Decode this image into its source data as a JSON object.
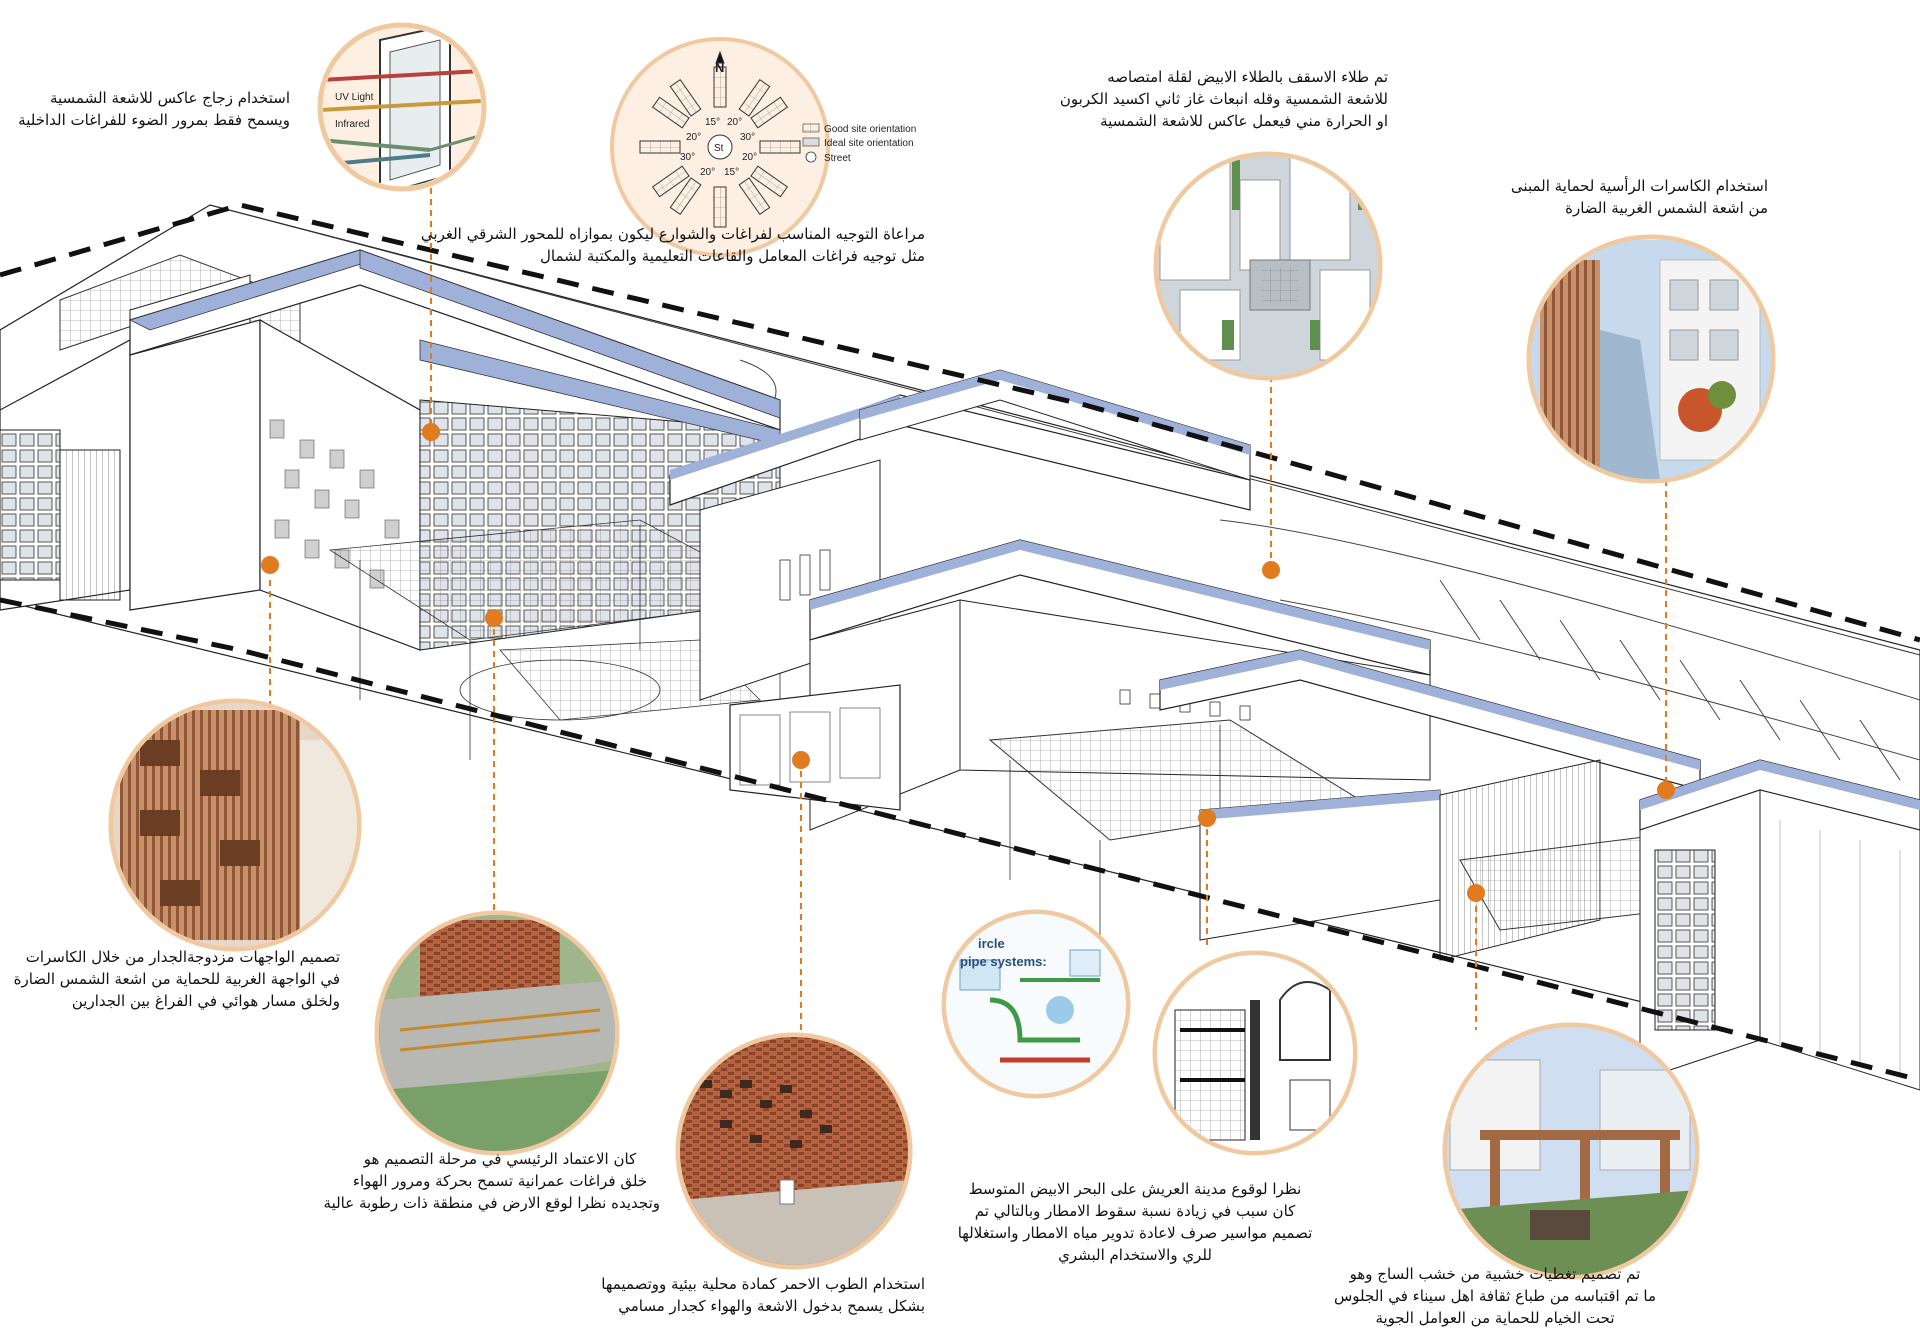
{
  "colors": {
    "leader": "#e07b1f",
    "circle_border": "#f0c9a0",
    "circle_fill": "#fdf0e2",
    "roof_accent": "#9fb0d9",
    "brick": "#b0603e",
    "wood": "#a26a43"
  },
  "notes": {
    "glass": {
      "l1": "استخدام زجاج عاكس للاشعة الشمسية",
      "l2": "ويسمح فقط بمرور الضوء للفراغات الداخلية"
    },
    "orientation": {
      "l1": "مراعاة التوجيه المناسب لفراغات والشوارع ليكون بموازاه للمحور  الشرقي الغربي",
      "l2": "مثل توجيه فراغات المعامل والقاعات التعليمية والمكتبة لشمال"
    },
    "roof": {
      "l1": "تم طلاء الاسقف بالطلاء الابيض لقلة امتصاصه",
      "l2": "للاشعة الشمسية وقله انبعاث غاز  ثاني اكسيد الكربون",
      "l3": "او الحرارة مني فيعمل عاكس للاشعة الشمسية"
    },
    "vertical_fins": {
      "l1": "استخدام الكاسرات الرأسية لحماية المبنى",
      "l2": "من اشعة الشمس الغربية الضارة"
    },
    "double_wall": {
      "l1": "تصميم الواجهات مزدوجةالجدار من خلال الكاسرات",
      "l2": "في الواجهة الغربية للحماية من اشعة الشمس الضارة",
      "l3": "ولخلق مسار  هوائي في الفراغ بين الجدارين"
    },
    "courtyard": {
      "l1": "كان الاعتماد الرئيسي في مرحلة التصميم هو",
      "l2": "خلق فراغات عمرانية تسمح بحركة ومرور الهواء",
      "l3": "وتجديده نظرا لوقع الارض في منطقة ذات رطوبة عالية"
    },
    "brick": {
      "l1": "استخدام الطوب الاحمر كمادة محلية بيئية ووتصميمها",
      "l2": "بشكل يسمح بدخول الاشعة والهواء كجدار مسامي"
    },
    "rainwater": {
      "l1": "نظرا لوقوع مدينة العريش على البحر الابيض المتوسط",
      "l2": "كان سبب في زيادة نسبة سقوط الامطار وبالتالي تم",
      "l3": "تصميم مواسير  صرف لاعادة تدوير مياه الامطار واستغلالها",
      "l4": "للري والاستخدام البشري"
    },
    "pergola": {
      "l1": "تم تصميم تغطيات خشبية من خشب الساج وهو",
      "l2": "ما تم اقتباسه من طباع ثقافة اهل سيناء في الجلوس",
      "l3": "تحت الخيام للحماية من العوامل الجوية"
    }
  },
  "compass": {
    "north": "N",
    "center": "St",
    "angles": {
      "a1": "15°",
      "a2": "20°",
      "a3": "20°",
      "a4": "30°",
      "a5": "30°",
      "a6": "20°",
      "a7": "20°",
      "a8": "15°"
    },
    "legend": {
      "good": "Good site orientation",
      "ideal": "Ideal site orientation",
      "street": "Street"
    }
  },
  "glass_diagram": {
    "uv": "UV Light",
    "infrared": "Infrared"
  },
  "pipe_diagram": {
    "title_l1": "ircle",
    "title_l2": "pipe systems:"
  }
}
